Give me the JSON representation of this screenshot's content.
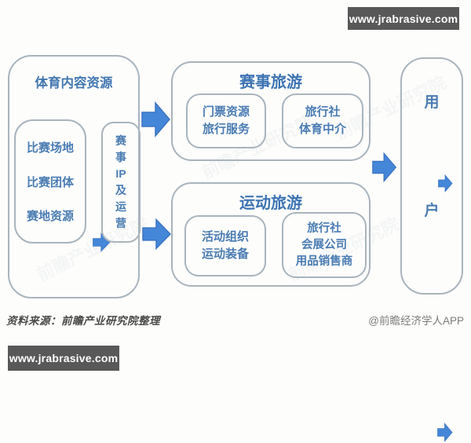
{
  "badges": {
    "top_right": "www.jrabrasive.com",
    "bottom_left": "www.jrabrasive.com"
  },
  "diagram": {
    "source_section": {
      "title": "体育内容资源",
      "resource_lines": [
        "比赛场地",
        "比赛团体",
        "赛地资源"
      ],
      "ip_lines": [
        "赛",
        "事",
        "IP",
        "及",
        "运",
        "营"
      ]
    },
    "event_tourism": {
      "title": "赛事旅游",
      "supply_lines": [
        "门票资源",
        "旅行服务"
      ],
      "channel_lines": [
        "旅行社",
        "体育中介"
      ]
    },
    "sport_tourism": {
      "title": "运动旅游",
      "supply_lines": [
        "活动组织",
        "运动装备"
      ],
      "channel_lines": [
        "旅行社",
        "会展公司",
        "用品销售商"
      ]
    },
    "user_section": {
      "chars": [
        "用",
        "户"
      ]
    }
  },
  "watermark_text": "前瞻产业研究院",
  "footer": {
    "source": "资料来源：前瞻产业研究院整理",
    "credit": "@前瞻经济学人APP"
  },
  "colors": {
    "accent_blue": "#4486d8",
    "text_blue": "#4a7cb2",
    "title_blue": "#3d74b2",
    "border_gray": "#a9b4bc",
    "badge_bg": "#585858"
  }
}
